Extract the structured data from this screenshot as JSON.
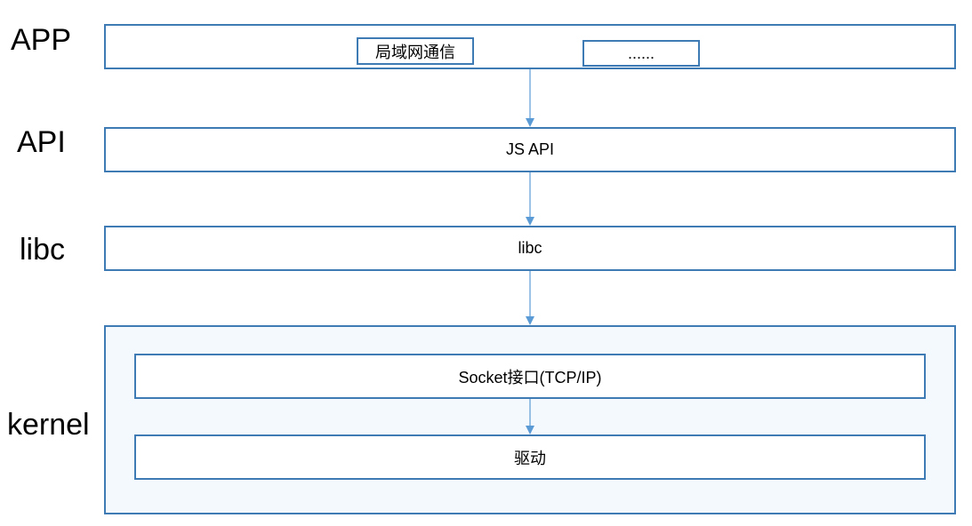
{
  "layers": {
    "app_label": "APP",
    "api_label": "API",
    "libc_label": "libc",
    "kernel_label": "kernel"
  },
  "boxes": {
    "lan_comm": "局域网通信",
    "ellipsis": "......",
    "js_api": "JS API",
    "libc": "libc",
    "socket": "Socket接口(TCP/IP)",
    "driver": "驱动"
  },
  "colors": {
    "border": "#3e7bb5",
    "kernel_fill": "#f3f9fd",
    "arrow": "#5b9bd5"
  }
}
